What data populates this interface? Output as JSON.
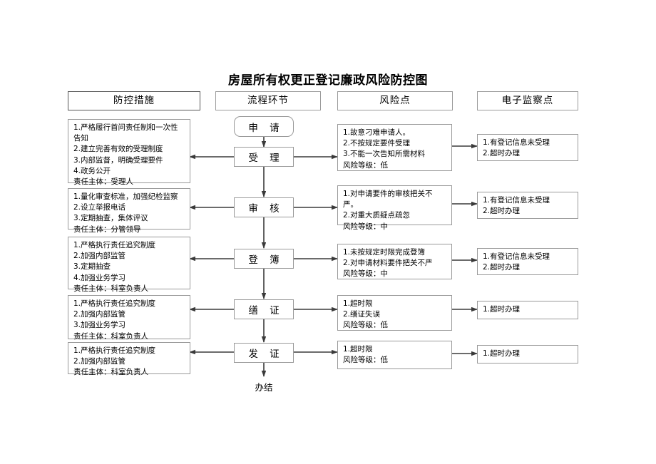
{
  "title": "房屋所有权更正登记廉政风险防控图",
  "headers": [
    {
      "label": "防控措施"
    },
    {
      "label": "流程环节"
    },
    {
      "label": "风险点"
    },
    {
      "label": "电子监察点"
    }
  ],
  "measures": [
    {
      "text": "1.严格履行首问责任制和一次性告知\n2.建立完善有效的受理制度\n3.内部监督，明确受理要件\n4.政务公开\n责任主体：受理人"
    },
    {
      "text": "1.量化审查标准，加强纪检监察\n2.设立举报电话\n3.定期抽查，集体评议\n责任主体：分管领导"
    },
    {
      "text": "1.严格执行责任追究制度\n2.加强内部监管\n3.定期抽查\n4.加强业务学习\n责任主体：科室负责人"
    },
    {
      "text": "1.严格执行责任追究制度\n2.加强内部监管\n3.加强业务学习\n责任主体：科室负责人"
    },
    {
      "text": "1.严格执行责任追究制度\n2.加强内部监管\n责任主体：科室负责人"
    }
  ],
  "process": [
    {
      "label": "申 请",
      "shape": "rounded"
    },
    {
      "label": "受 理",
      "shape": "rect"
    },
    {
      "label": "审 核",
      "shape": "rect"
    },
    {
      "label": "登 簿",
      "shape": "rect"
    },
    {
      "label": "缮 证",
      "shape": "rect"
    },
    {
      "label": "发 证",
      "shape": "rect"
    }
  ],
  "end_label": "办结",
  "risks": [
    {
      "text": "1.故意刁难申请人。\n2.不按规定要件受理\n3.不能一次告知所需材料\n风险等级：低"
    },
    {
      "text": "1.对申请要件的审核把关不严。\n2.对重大质疑点疏忽\n风险等级：中"
    },
    {
      "text": "1.未按规定时限完成登簿\n2.对申请材料要件把关不严\n风险等级：中"
    },
    {
      "text": "1.超时限\n2.缮证失误\n风险等级：低"
    },
    {
      "text": "1.超时限\n风险等级：低"
    }
  ],
  "monitors": [
    {
      "text": "1.有登记信息未受理\n2.超时办理"
    },
    {
      "text": "1.有登记信息未受理\n2.超时办理"
    },
    {
      "text": "1.有登记信息未受理\n2.超时办理"
    },
    {
      "text": "1.超时办理"
    },
    {
      "text": "1.超时办理"
    }
  ],
  "colors": {
    "border": "#9a9a9a",
    "line": "#3a3a3a",
    "background": "#ffffff",
    "text": "#000000"
  }
}
